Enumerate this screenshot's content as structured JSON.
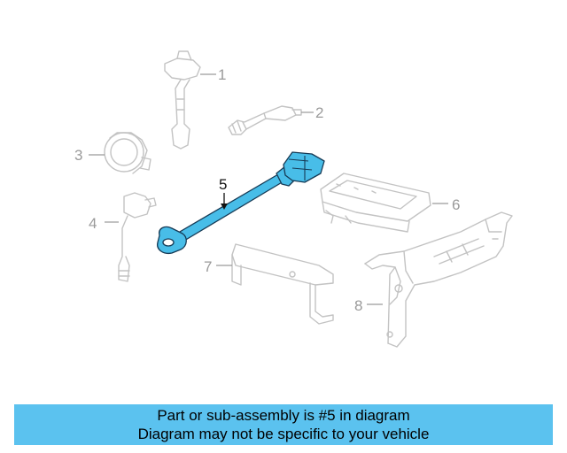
{
  "callouts": {
    "c1": "1",
    "c2": "2",
    "c3": "3",
    "c4": "4",
    "c5": "5",
    "c6": "6",
    "c7": "7",
    "c8": "8"
  },
  "banner": {
    "line1": "Part or sub-assembly is #5 in diagram",
    "line2": "Diagram may not be specific to your vehicle"
  },
  "colors": {
    "highlight": "#48bde8",
    "banner": "#5bc2ef",
    "faded_parts": "#c3c3c3"
  }
}
